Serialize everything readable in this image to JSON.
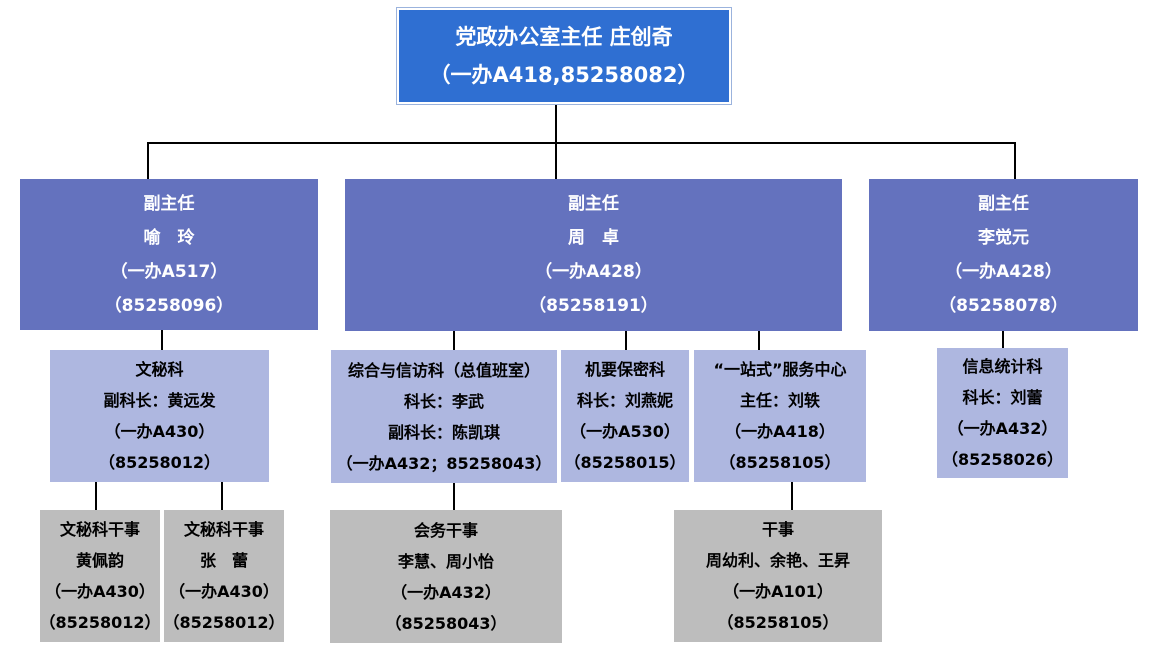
{
  "director": {
    "line1": "党政办公室主任 庄创奇",
    "line2": "（一办A418,85258082）"
  },
  "deputies": [
    {
      "title": "副主任",
      "name": "喻　玲",
      "office": "（一办A517）",
      "phone": "（85258096）"
    },
    {
      "title": "副主任",
      "name": "周　卓",
      "office": "（一办A428）",
      "phone": "（85258191）"
    },
    {
      "title": "副主任",
      "name": "李觉元",
      "office": "（一办A428）",
      "phone": "（85258078）"
    }
  ],
  "sections": [
    {
      "lines": [
        "文秘科",
        "副科长：黄远发",
        "（一办A430）",
        "（85258012）"
      ]
    },
    {
      "lines": [
        "综合与信访科（总值班室）",
        "科长：李武",
        "副科长：陈凯琪",
        "（一办A432；85258043）"
      ]
    },
    {
      "lines": [
        "机要保密科",
        "科长：刘燕妮",
        "（一办A530）",
        "（85258015）"
      ]
    },
    {
      "lines": [
        "“一站式”服务中心",
        "主任：刘轶",
        "（一办A418）",
        "（85258105）"
      ]
    },
    {
      "lines": [
        "信息统计科",
        "科长：刘蕾",
        "（一办A432）",
        "（85258026）"
      ]
    }
  ],
  "staff": [
    {
      "lines": [
        "文秘科干事",
        "黄佩韵",
        "（一办A430）",
        "（85258012）"
      ]
    },
    {
      "lines": [
        "文秘科干事",
        "张　蕾",
        "（一办A430）",
        "（85258012）"
      ]
    },
    {
      "lines": [
        "会务干事",
        "李慧、周小怡",
        "（一办A432）",
        "（85258043）"
      ]
    },
    {
      "lines": [
        "干事",
        "周幼利、余艳、王昇",
        "（一办A101）",
        "（85258105）"
      ]
    }
  ]
}
